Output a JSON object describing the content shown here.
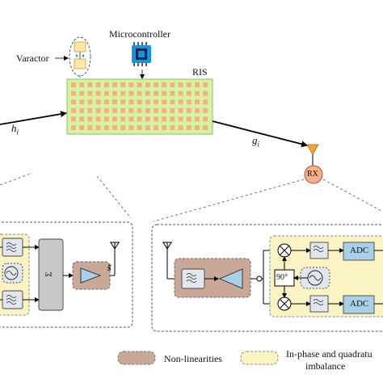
{
  "labels": {
    "microcontroller": "Microcontroller",
    "varactor": "Varactor",
    "ris": "RIS",
    "channel_h": "h",
    "channel_h_sub": "i",
    "channel_g": "g",
    "channel_g_sub": "i",
    "rx": "RX",
    "tx_signal": "s̃",
    "mixer_sym": "Σ",
    "phase_90": "90°",
    "adc_top": "ADC",
    "adc_bottom": "ADC"
  },
  "legend": {
    "nonlinearities": "Non-linearities",
    "iq_imbalance_line1": "In-phase and quadratu",
    "iq_imbalance_line2": "imbalance"
  },
  "colors": {
    "ris_fill": "#d6f2a8",
    "ris_cell": "#f2b37a",
    "nonlinear_fill": "#c9a898",
    "iq_fill": "#fbf3c4",
    "rx_fill": "#f6b08c",
    "rx_antenna": "#f2a33a",
    "chip_fill": "#1f8fd6",
    "lo_fill": "#e2e6ee",
    "varactor_fill": "#fde7a8"
  }
}
